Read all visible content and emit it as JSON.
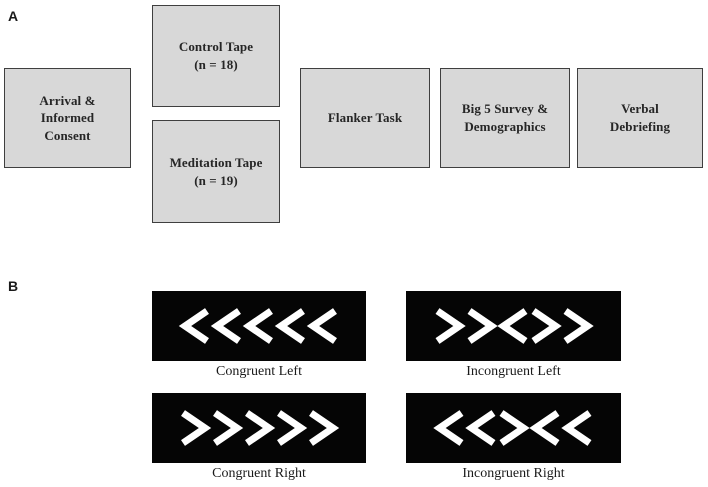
{
  "panels": {
    "a": {
      "label": "A",
      "boxes": [
        {
          "name": "arrival-informed-consent",
          "text": "Arrival &\nInformed\nConsent"
        },
        {
          "name": "control-tape",
          "text": "Control Tape\n(n = 18)"
        },
        {
          "name": "meditation-tape",
          "text": "Meditation Tape\n(n = 19)"
        },
        {
          "name": "flanker-task",
          "text": "Flanker Task"
        },
        {
          "name": "big5-survey-demographics",
          "text": "Big 5 Survey &\nDemographics"
        },
        {
          "name": "verbal-debriefing",
          "text": "Verbal\nDebriefing"
        }
      ]
    },
    "b": {
      "label": "B",
      "stimuli": [
        {
          "name": "congruent-left",
          "pattern": "<<<<<",
          "caption": "Congruent Left"
        },
        {
          "name": "incongruent-left",
          "pattern": ">><>>",
          "caption": "Incongruent Left"
        },
        {
          "name": "congruent-right",
          "pattern": ">>>>>",
          "caption": "Congruent Right"
        },
        {
          "name": "incongruent-right",
          "pattern": "<<><<",
          "caption": "Incongruent Right"
        }
      ]
    }
  },
  "colors": {
    "flow_box_fill": "#d8d8d8",
    "flow_box_border": "#3f3f3f",
    "flow_box_text": "#262626",
    "stimulus_background": "#050505",
    "arrow": "#ffffff",
    "caption_text": "#1a1a1a"
  }
}
